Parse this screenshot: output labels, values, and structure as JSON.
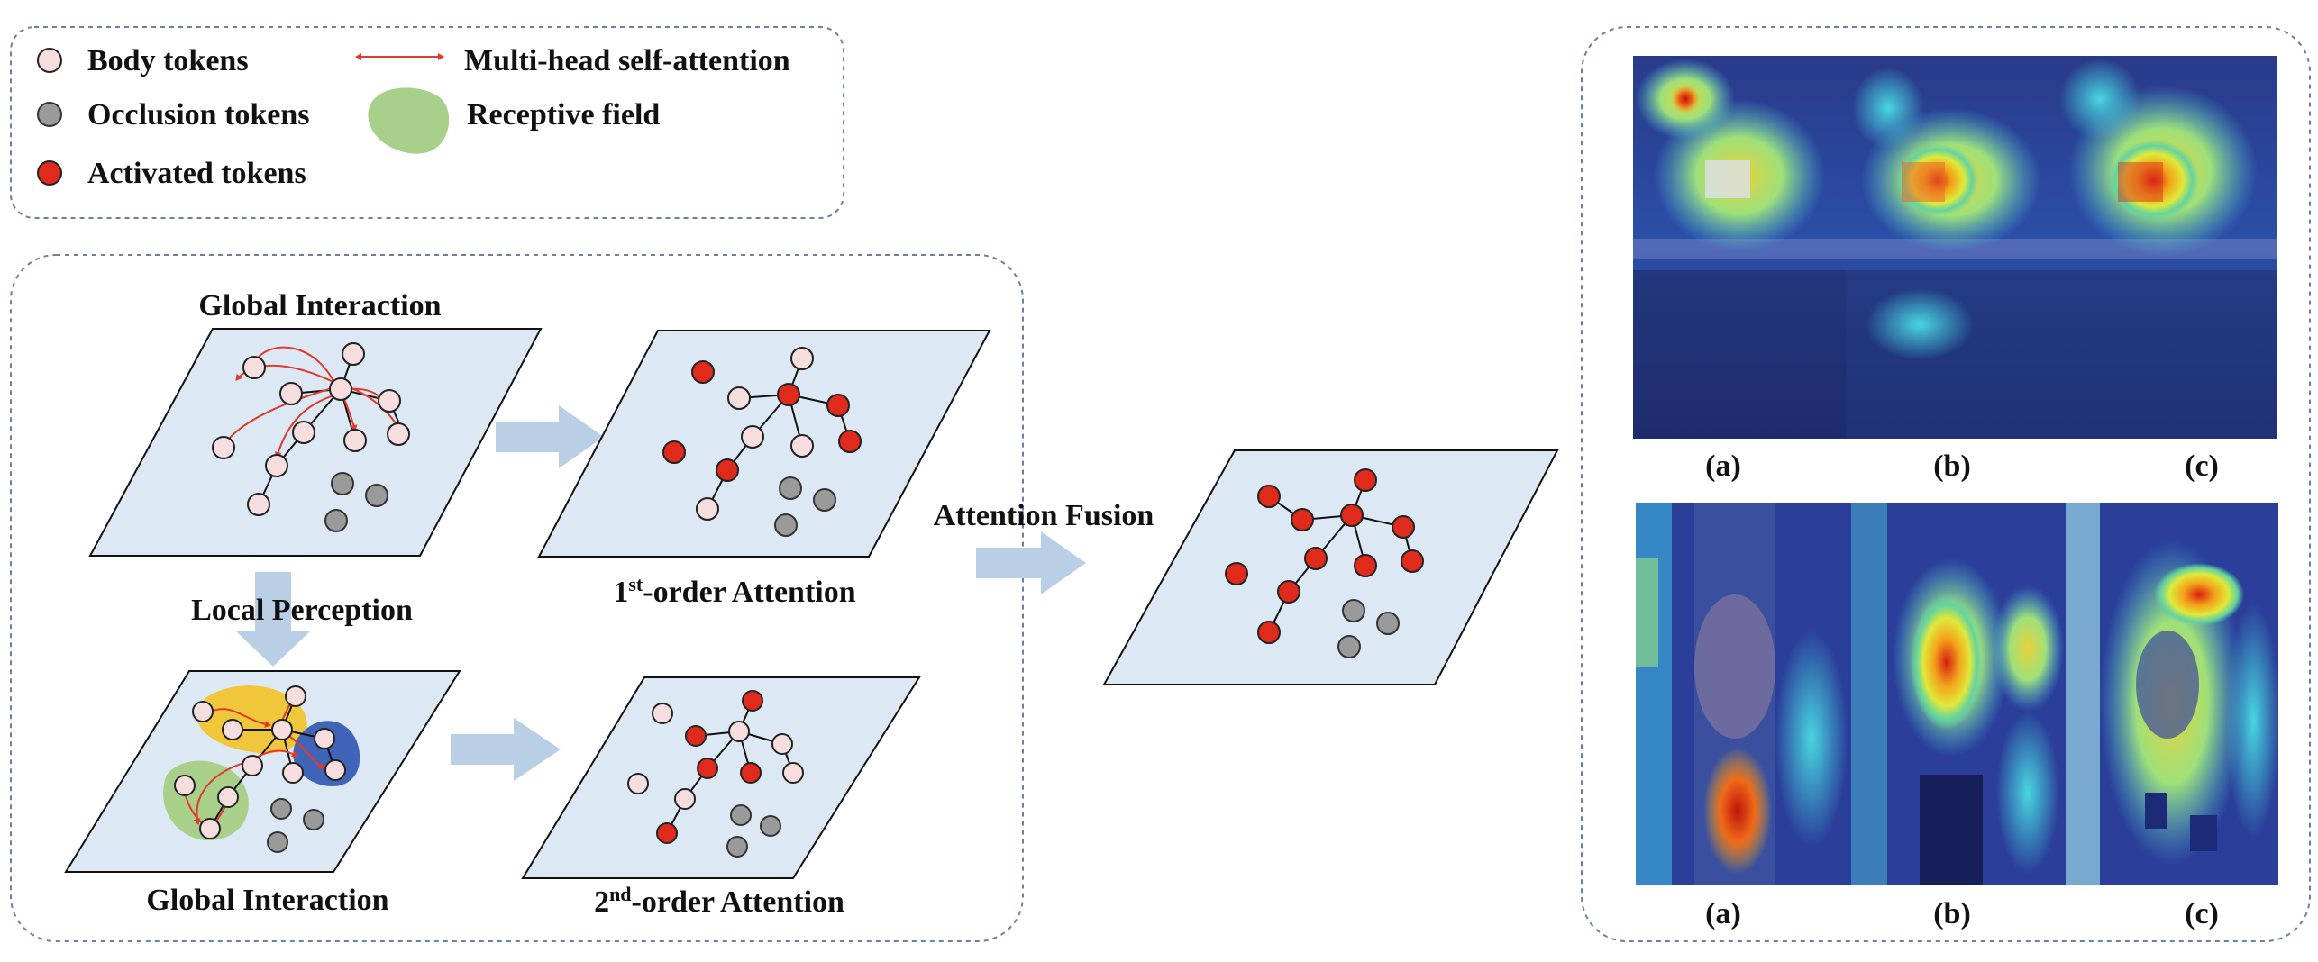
{
  "legend": {
    "body_tokens": "Body tokens",
    "occlusion_tokens": "Occlusion tokens",
    "activated_tokens": "Activated tokens",
    "multi_head": "Multi-head self-attention",
    "receptive_field": "Receptive field"
  },
  "labels": {
    "global_interaction_top": "Global Interaction",
    "local_perception": "Local Perception",
    "global_interaction_bottom": "Global Interaction",
    "first_order_prefix": "1",
    "first_order_sup": "st",
    "first_order_suffix": "-order Attention",
    "second_order_prefix": "2",
    "second_order_sup": "nd",
    "second_order_suffix": "-order Attention",
    "attention_fusion": "Attention Fusion"
  },
  "heatmaps": {
    "top_row": [
      "(a)",
      "(b)",
      "(c)"
    ],
    "bottom_row": [
      "(a)",
      "(b)",
      "(c)"
    ]
  },
  "colors": {
    "body_token": "#f6dede",
    "occlusion_token": "#9a9a9a",
    "activated_token": "#e02a1c",
    "attention_arrow": "#e03a2a",
    "plane": "#dce8f4",
    "flow_arrow": "#b9cfe6"
  }
}
